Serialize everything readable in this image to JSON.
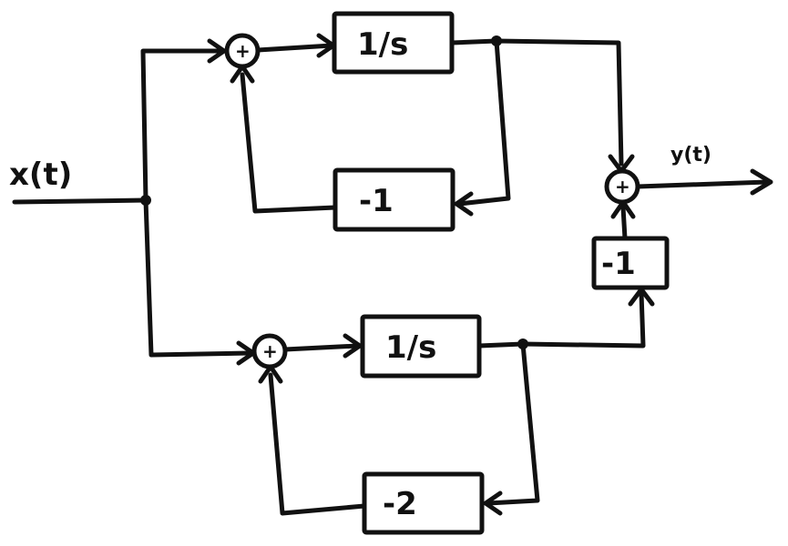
{
  "labels": {
    "input": "x(t)",
    "output": "y(t)"
  },
  "blocks": {
    "top_integrator": "1/s",
    "top_feedback_gain": "-1",
    "bottom_integrator": "1/s",
    "bottom_feedback_gain": "-2",
    "output_gain": "-1"
  },
  "summers": {
    "symbol": "+"
  }
}
